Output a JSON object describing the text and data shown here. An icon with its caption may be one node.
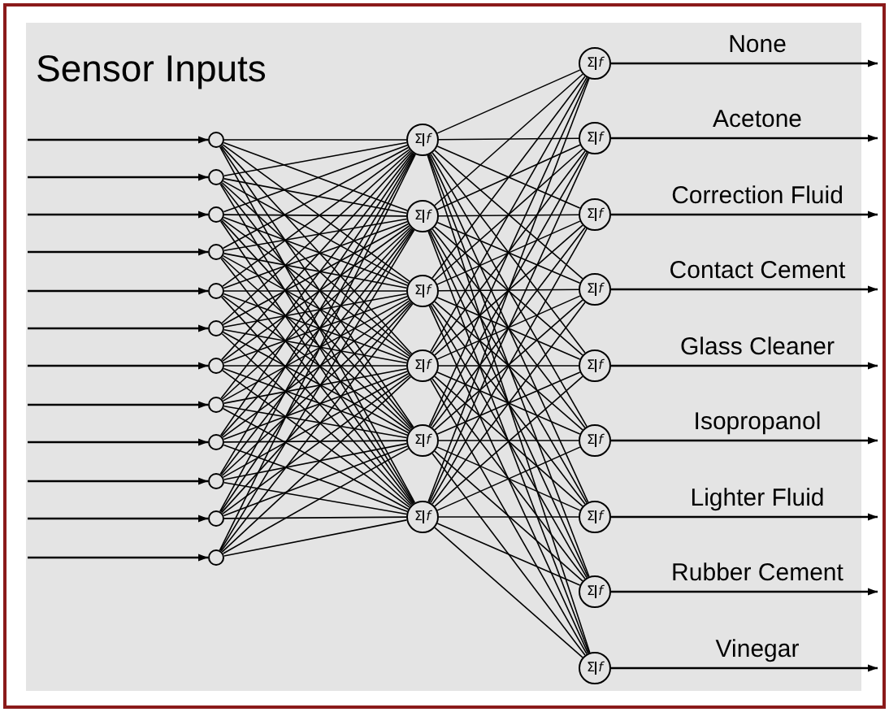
{
  "diagram": {
    "title": "Sensor Inputs",
    "nodes": [
      {
        "text": [],
        "shape": "circle"
      },
      {
        "text": [],
        "shape": "circle"
      },
      {
        "text": [],
        "shape": "circle"
      },
      {
        "text": [],
        "shape": "circle"
      },
      {
        "text": [],
        "shape": "circle"
      },
      {
        "text": [],
        "shape": "circle"
      },
      {
        "text": [],
        "shape": "circle"
      },
      {
        "text": [],
        "shape": "circle"
      },
      {
        "text": [],
        "shape": "circle"
      },
      {
        "text": [],
        "shape": "circle"
      },
      {
        "text": [],
        "shape": "circle"
      },
      {
        "text": [],
        "shape": "circle"
      },
      {
        "text": [
          "Σ",
          "f"
        ]
      },
      {
        "text": [
          "Σ",
          "f"
        ]
      },
      {
        "text": [
          "Σ",
          "f"
        ]
      },
      {
        "text": [
          "Σ",
          "f"
        ]
      },
      {
        "text": [
          "Σ",
          "f"
        ]
      },
      {
        "text": [
          "Σ",
          "f"
        ]
      },
      {
        "text": [
          "Σ",
          "f"
        ]
      },
      {
        "text": [
          "Σ",
          "f"
        ]
      },
      {
        "text": [
          "Σ",
          "f"
        ]
      },
      {
        "text": [
          "Σ",
          "f"
        ]
      },
      {
        "text": [
          "Σ",
          "f"
        ]
      },
      {
        "text": [
          "Σ",
          "f"
        ]
      },
      {
        "text": [
          "Σ",
          "f"
        ]
      },
      {
        "text": [
          "Σ",
          "f"
        ]
      },
      {
        "text": [
          "Σ",
          "f"
        ]
      }
    ],
    "edges": [
      {
        "from": null,
        "to": 0,
        "arrow": "to"
      },
      {
        "from": null,
        "to": 1,
        "arrow": "to"
      },
      {
        "from": null,
        "to": 2,
        "arrow": "to"
      },
      {
        "from": null,
        "to": 3,
        "arrow": "to"
      },
      {
        "from": null,
        "to": 4,
        "arrow": "to"
      },
      {
        "from": null,
        "to": 5,
        "arrow": "to"
      },
      {
        "from": null,
        "to": 6,
        "arrow": "to"
      },
      {
        "from": null,
        "to": 7,
        "arrow": "to"
      },
      {
        "from": null,
        "to": 8,
        "arrow": "to"
      },
      {
        "from": null,
        "to": 9,
        "arrow": "to"
      },
      {
        "from": null,
        "to": 10,
        "arrow": "to"
      },
      {
        "from": null,
        "to": 11,
        "arrow": "to"
      },
      {
        "from": 0,
        "to": 12,
        "arrow": "none"
      },
      {
        "from": 0,
        "to": 13,
        "arrow": "none"
      },
      {
        "from": 0,
        "to": 14,
        "arrow": "none"
      },
      {
        "from": 0,
        "to": 15,
        "arrow": "none"
      },
      {
        "from": 0,
        "to": 16,
        "arrow": "none"
      },
      {
        "from": 0,
        "to": 17,
        "arrow": "none"
      },
      {
        "from": 1,
        "to": 12,
        "arrow": "none"
      },
      {
        "from": 1,
        "to": 13,
        "arrow": "none"
      },
      {
        "from": 1,
        "to": 14,
        "arrow": "none"
      },
      {
        "from": 1,
        "to": 15,
        "arrow": "none"
      },
      {
        "from": 1,
        "to": 16,
        "arrow": "none"
      },
      {
        "from": 1,
        "to": 17,
        "arrow": "none"
      },
      {
        "from": 2,
        "to": 12,
        "arrow": "none"
      },
      {
        "from": 2,
        "to": 13,
        "arrow": "none"
      },
      {
        "from": 2,
        "to": 14,
        "arrow": "none"
      },
      {
        "from": 2,
        "to": 15,
        "arrow": "none"
      },
      {
        "from": 2,
        "to": 16,
        "arrow": "none"
      },
      {
        "from": 2,
        "to": 17,
        "arrow": "none"
      },
      {
        "from": 3,
        "to": 12,
        "arrow": "none"
      },
      {
        "from": 3,
        "to": 13,
        "arrow": "none"
      },
      {
        "from": 3,
        "to": 14,
        "arrow": "none"
      },
      {
        "from": 3,
        "to": 15,
        "arrow": "none"
      },
      {
        "from": 3,
        "to": 16,
        "arrow": "none"
      },
      {
        "from": 3,
        "to": 17,
        "arrow": "none"
      },
      {
        "from": 4,
        "to": 12,
        "arrow": "none"
      },
      {
        "from": 4,
        "to": 13,
        "arrow": "none"
      },
      {
        "from": 4,
        "to": 14,
        "arrow": "none"
      },
      {
        "from": 4,
        "to": 15,
        "arrow": "none"
      },
      {
        "from": 4,
        "to": 16,
        "arrow": "none"
      },
      {
        "from": 4,
        "to": 17,
        "arrow": "none"
      },
      {
        "from": 5,
        "to": 12,
        "arrow": "none"
      },
      {
        "from": 5,
        "to": 13,
        "arrow": "none"
      },
      {
        "from": 5,
        "to": 14,
        "arrow": "none"
      },
      {
        "from": 5,
        "to": 15,
        "arrow": "none"
      },
      {
        "from": 5,
        "to": 16,
        "arrow": "none"
      },
      {
        "from": 5,
        "to": 17,
        "arrow": "none"
      },
      {
        "from": 6,
        "to": 12,
        "arrow": "none"
      },
      {
        "from": 6,
        "to": 13,
        "arrow": "none"
      },
      {
        "from": 6,
        "to": 14,
        "arrow": "none"
      },
      {
        "from": 6,
        "to": 15,
        "arrow": "none"
      },
      {
        "from": 6,
        "to": 16,
        "arrow": "none"
      },
      {
        "from": 6,
        "to": 17,
        "arrow": "none"
      },
      {
        "from": 7,
        "to": 12,
        "arrow": "none"
      },
      {
        "from": 7,
        "to": 13,
        "arrow": "none"
      },
      {
        "from": 7,
        "to": 14,
        "arrow": "none"
      },
      {
        "from": 7,
        "to": 15,
        "arrow": "none"
      },
      {
        "from": 7,
        "to": 16,
        "arrow": "none"
      },
      {
        "from": 7,
        "to": 17,
        "arrow": "none"
      },
      {
        "from": 8,
        "to": 12,
        "arrow": "none"
      },
      {
        "from": 8,
        "to": 13,
        "arrow": "none"
      },
      {
        "from": 8,
        "to": 14,
        "arrow": "none"
      },
      {
        "from": 8,
        "to": 15,
        "arrow": "none"
      },
      {
        "from": 8,
        "to": 16,
        "arrow": "none"
      },
      {
        "from": 8,
        "to": 17,
        "arrow": "none"
      },
      {
        "from": 9,
        "to": 12,
        "arrow": "none"
      },
      {
        "from": 9,
        "to": 13,
        "arrow": "none"
      },
      {
        "from": 9,
        "to": 14,
        "arrow": "none"
      },
      {
        "from": 9,
        "to": 15,
        "arrow": "none"
      },
      {
        "from": 9,
        "to": 16,
        "arrow": "none"
      },
      {
        "from": 9,
        "to": 17,
        "arrow": "none"
      },
      {
        "from": 10,
        "to": 12,
        "arrow": "none"
      },
      {
        "from": 10,
        "to": 13,
        "arrow": "none"
      },
      {
        "from": 10,
        "to": 14,
        "arrow": "none"
      },
      {
        "from": 10,
        "to": 15,
        "arrow": "none"
      },
      {
        "from": 10,
        "to": 16,
        "arrow": "none"
      },
      {
        "from": 10,
        "to": 17,
        "arrow": "none"
      },
      {
        "from": 11,
        "to": 12,
        "arrow": "none"
      },
      {
        "from": 11,
        "to": 13,
        "arrow": "none"
      },
      {
        "from": 11,
        "to": 14,
        "arrow": "none"
      },
      {
        "from": 11,
        "to": 15,
        "arrow": "none"
      },
      {
        "from": 11,
        "to": 16,
        "arrow": "none"
      },
      {
        "from": 11,
        "to": 17,
        "arrow": "none"
      },
      {
        "from": 12,
        "to": 18,
        "arrow": "none"
      },
      {
        "from": 12,
        "to": 19,
        "arrow": "none"
      },
      {
        "from": 12,
        "to": 20,
        "arrow": "none"
      },
      {
        "from": 12,
        "to": 21,
        "arrow": "none"
      },
      {
        "from": 12,
        "to": 22,
        "arrow": "none"
      },
      {
        "from": 12,
        "to": 23,
        "arrow": "none"
      },
      {
        "from": 12,
        "to": 24,
        "arrow": "none"
      },
      {
        "from": 12,
        "to": 25,
        "arrow": "none"
      },
      {
        "from": 12,
        "to": 26,
        "arrow": "none"
      },
      {
        "from": 13,
        "to": 18,
        "arrow": "none"
      },
      {
        "from": 13,
        "to": 19,
        "arrow": "none"
      },
      {
        "from": 13,
        "to": 20,
        "arrow": "none"
      },
      {
        "from": 13,
        "to": 21,
        "arrow": "none"
      },
      {
        "from": 13,
        "to": 22,
        "arrow": "none"
      },
      {
        "from": 13,
        "to": 23,
        "arrow": "none"
      },
      {
        "from": 13,
        "to": 24,
        "arrow": "none"
      },
      {
        "from": 13,
        "to": 25,
        "arrow": "none"
      },
      {
        "from": 13,
        "to": 26,
        "arrow": "none"
      },
      {
        "from": 14,
        "to": 18,
        "arrow": "none"
      },
      {
        "from": 14,
        "to": 19,
        "arrow": "none"
      },
      {
        "from": 14,
        "to": 20,
        "arrow": "none"
      },
      {
        "from": 14,
        "to": 21,
        "arrow": "none"
      },
      {
        "from": 14,
        "to": 22,
        "arrow": "none"
      },
      {
        "from": 14,
        "to": 23,
        "arrow": "none"
      },
      {
        "from": 14,
        "to": 24,
        "arrow": "none"
      },
      {
        "from": 14,
        "to": 25,
        "arrow": "none"
      },
      {
        "from": 14,
        "to": 26,
        "arrow": "none"
      },
      {
        "from": 15,
        "to": 18,
        "arrow": "none"
      },
      {
        "from": 15,
        "to": 19,
        "arrow": "none"
      },
      {
        "from": 15,
        "to": 20,
        "arrow": "none"
      },
      {
        "from": 15,
        "to": 21,
        "arrow": "none"
      },
      {
        "from": 15,
        "to": 22,
        "arrow": "none"
      },
      {
        "from": 15,
        "to": 23,
        "arrow": "none"
      },
      {
        "from": 15,
        "to": 24,
        "arrow": "none"
      },
      {
        "from": 15,
        "to": 25,
        "arrow": "none"
      },
      {
        "from": 15,
        "to": 26,
        "arrow": "none"
      },
      {
        "from": 16,
        "to": 18,
        "arrow": "none"
      },
      {
        "from": 16,
        "to": 19,
        "arrow": "none"
      },
      {
        "from": 16,
        "to": 20,
        "arrow": "none"
      },
      {
        "from": 16,
        "to": 21,
        "arrow": "none"
      },
      {
        "from": 16,
        "to": 22,
        "arrow": "none"
      },
      {
        "from": 16,
        "to": 23,
        "arrow": "none"
      },
      {
        "from": 16,
        "to": 24,
        "arrow": "none"
      },
      {
        "from": 16,
        "to": 25,
        "arrow": "none"
      },
      {
        "from": 16,
        "to": 26,
        "arrow": "none"
      },
      {
        "from": 17,
        "to": 18,
        "arrow": "none"
      },
      {
        "from": 17,
        "to": 19,
        "arrow": "none"
      },
      {
        "from": 17,
        "to": 20,
        "arrow": "none"
      },
      {
        "from": 17,
        "to": 21,
        "arrow": "none"
      },
      {
        "from": 17,
        "to": 22,
        "arrow": "none"
      },
      {
        "from": 17,
        "to": 23,
        "arrow": "none"
      },
      {
        "from": 17,
        "to": 24,
        "arrow": "none"
      },
      {
        "from": 17,
        "to": 25,
        "arrow": "none"
      },
      {
        "from": 17,
        "to": 26,
        "arrow": "none"
      },
      {
        "from": 18,
        "to": null,
        "arrow": "to",
        "label": "None"
      },
      {
        "from": 19,
        "to": null,
        "arrow": "to",
        "label": "Acetone"
      },
      {
        "from": 20,
        "to": null,
        "arrow": "to",
        "label": "Correction Fluid"
      },
      {
        "from": 21,
        "to": null,
        "arrow": "to",
        "label": "Contact Cement"
      },
      {
        "from": 22,
        "to": null,
        "arrow": "to",
        "label": "Glass Cleaner"
      },
      {
        "from": 23,
        "to": null,
        "arrow": "to",
        "label": "Isopropanol"
      },
      {
        "from": 24,
        "to": null,
        "arrow": "to",
        "label": "Lighter Fluid"
      },
      {
        "from": 25,
        "to": null,
        "arrow": "to",
        "label": "Rubber Cement"
      },
      {
        "from": 26,
        "to": null,
        "arrow": "to",
        "label": "Vinegar"
      }
    ]
  }
}
